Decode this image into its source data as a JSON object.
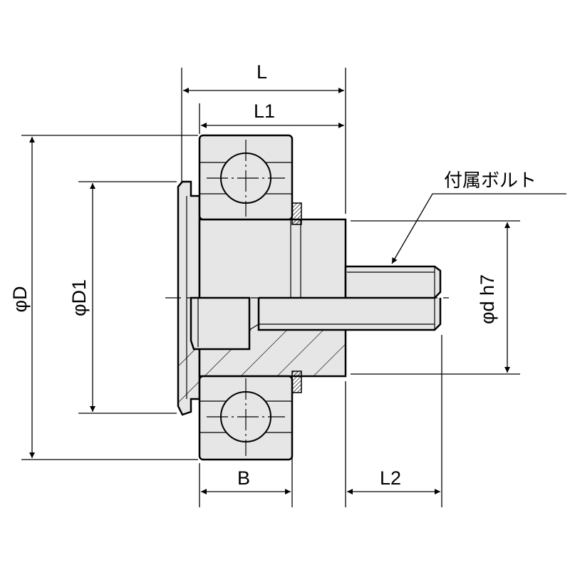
{
  "labels": {
    "L": "L",
    "L1": "L1",
    "phiD": "φD",
    "phiD1": "φD1",
    "phid_h7": "φd h7",
    "B": "B",
    "L2": "L2",
    "bolt_callout": "付属ボルト"
  },
  "colors": {
    "part_fill": "#e6e6e6",
    "line": "#000000"
  }
}
